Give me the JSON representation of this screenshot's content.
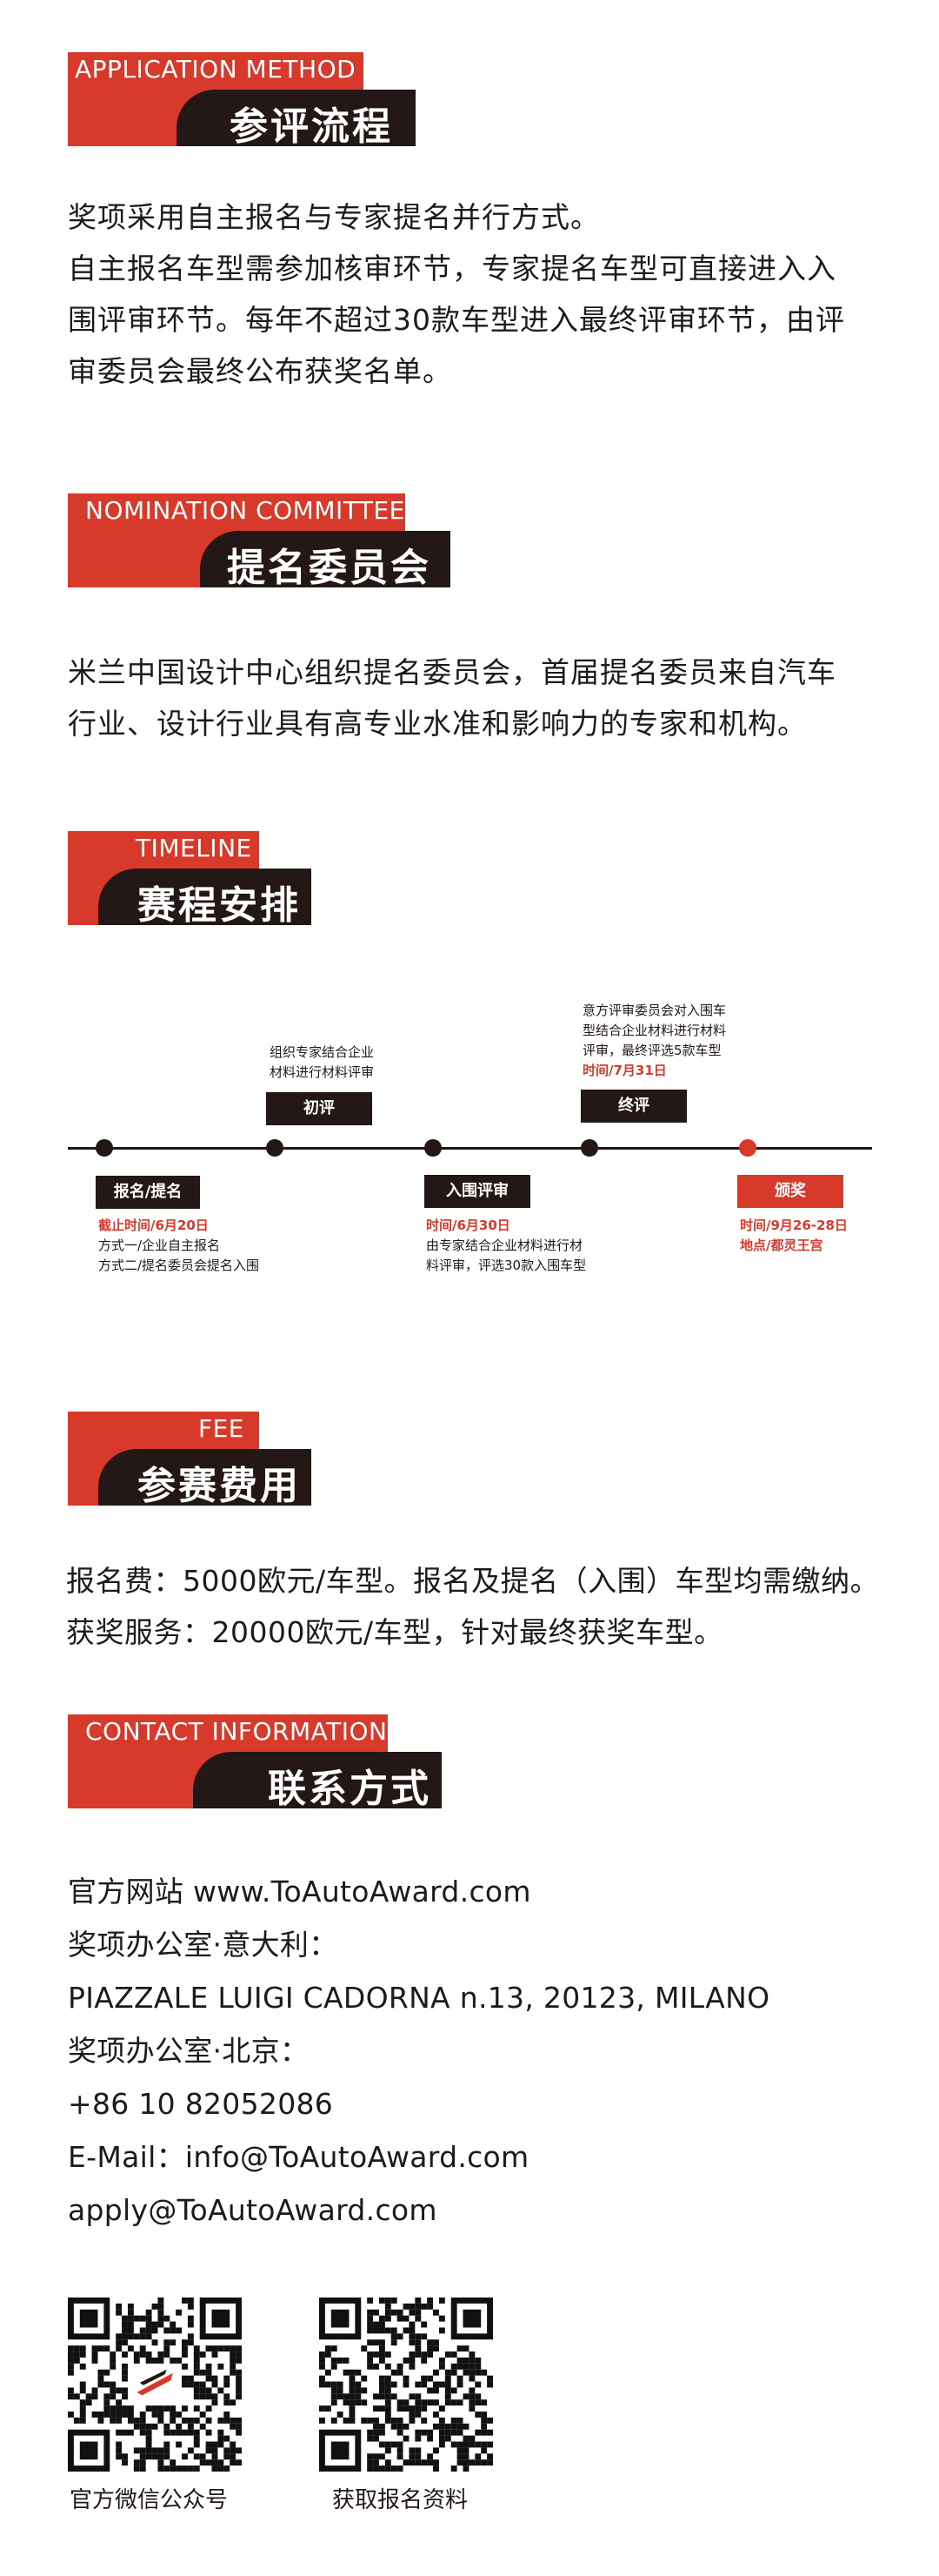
{
  "sections": {
    "application": {
      "en": "APPLICATION METHOD",
      "cn": "参评流程"
    },
    "nomination": {
      "en": "NOMINATION COMMITTEE",
      "cn": "提名委员会"
    },
    "timeline": {
      "en": "TIMELINE",
      "cn": "赛程安排"
    },
    "fee": {
      "en": "FEE",
      "cn": "参赛费用"
    },
    "contact": {
      "en": "CONTACT INFORMATION",
      "cn": "联系方式"
    }
  },
  "application_text": [
    "奖项采用自主报名与专家提名并行方式。",
    "自主报名车型需参加核审环节，专家提名车型可直接进入入",
    "围评审环节。每年不超过30款车型进入最终评审环节，由评",
    "审委员会最终公布获奖名单。"
  ],
  "nomination_text": [
    "米兰中国设计中心组织提名委员会，首届提名委员来自汽车",
    "行业、设计行业具有高专业水准和影响力的专家和机构。"
  ],
  "timeline": {
    "stages": {
      "signup": "报名/提名",
      "first": "初评",
      "shortlist": "入围评审",
      "final": "终评",
      "award": "颁奖"
    },
    "notes": {
      "signup_time": "截止时间/6月20日",
      "signup_l1": "方式一/企业自主报名",
      "signup_l2": "方式二/提名委员会提名入围",
      "first_l1": "组织专家结合企业",
      "first_l2": "材料进行材料评审",
      "shortlist_time": "时间/6月30日",
      "shortlist_l1": "由专家结合企业材料进行材",
      "shortlist_l2": "料评审，评选30款入围车型",
      "final_l1": "意方评审委员会对入围车",
      "final_l2": "型结合企业材料进行材料",
      "final_l3": "评审，最终评选5款车型",
      "final_time": "时间/7月31日",
      "award_time": "时间/9月26-28日",
      "award_place": "地点/都灵王宫"
    }
  },
  "fee_text": [
    "报名费：5000欧元/车型。报名及提名（入围）车型均需缴纳。",
    "获奖服务：20000欧元/车型，针对最终获奖车型。"
  ],
  "contact_lines": [
    "官方网站  www.ToAutoAward.com",
    "奖项办公室·意大利：",
    "PIAZZALE LUIGI CADORNA  n.13, 20123, MILANO",
    "奖项办公室·北京：",
    "+86 10 82052086",
    "E-Mail：info@ToAutoAward.com",
    "apply@ToAutoAward.com"
  ],
  "qr_captions": [
    "官方微信公众号",
    "获取报名资料"
  ],
  "colors": {
    "accent": "#d7392a",
    "dark": "#231815"
  }
}
